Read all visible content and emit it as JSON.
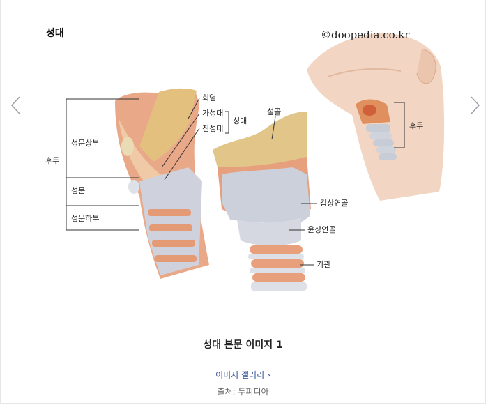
{
  "image": {
    "title": "성대",
    "copyright": "©doopedia.co.kr",
    "labels": {
      "larynx": "후두",
      "supraglottis": "성문상부",
      "glottis": "성문",
      "subglottis": "성문하부",
      "epiglottis": "회염",
      "false_cord": "가성대",
      "true_cord": "진성대",
      "vocal_cord": "성대",
      "hyoid": "설골",
      "thyroid_cartilage": "갑상연골",
      "cricoid_cartilage": "윤상연골",
      "trachea": "기관",
      "inset_larynx": "후두"
    }
  },
  "caption": "성대 본문 이미지 1",
  "gallery_link": "이미지 갤러리",
  "source": "출처: 두피디아",
  "colors": {
    "link": "#2a4d9a",
    "muscle": "#e7a27c",
    "cartilage": "#c9ccd6",
    "bone": "#e3c98a"
  }
}
